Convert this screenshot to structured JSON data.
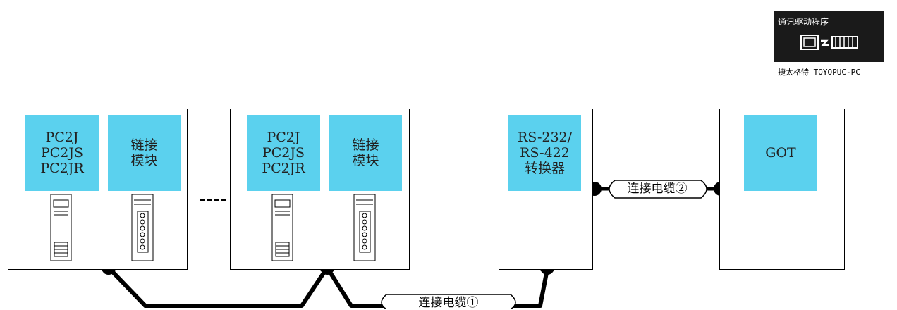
{
  "badge": {
    "title": "通讯驱动程序",
    "footer": "捷太格特 TOYOPUC-PC",
    "icon": "computer-to-plc-icon"
  },
  "plc_stations": [
    {
      "cpu_label": "PC2J\nPC2JS\nPC2JR",
      "link_label": "链接\n模块"
    },
    {
      "cpu_label": "PC2J\nPC2JS\nPC2JR",
      "link_label": "链接\n模块"
    }
  ],
  "converter": {
    "label": "RS-232/\nRS-422\n转换器"
  },
  "got": {
    "label": "GOT"
  },
  "cables": {
    "cable1": "连接电缆①",
    "cable2": "连接电缆②"
  },
  "colors": {
    "label_fill": "#5bd1ee",
    "line": "#000000",
    "badge_head": "#1a1a1a"
  }
}
